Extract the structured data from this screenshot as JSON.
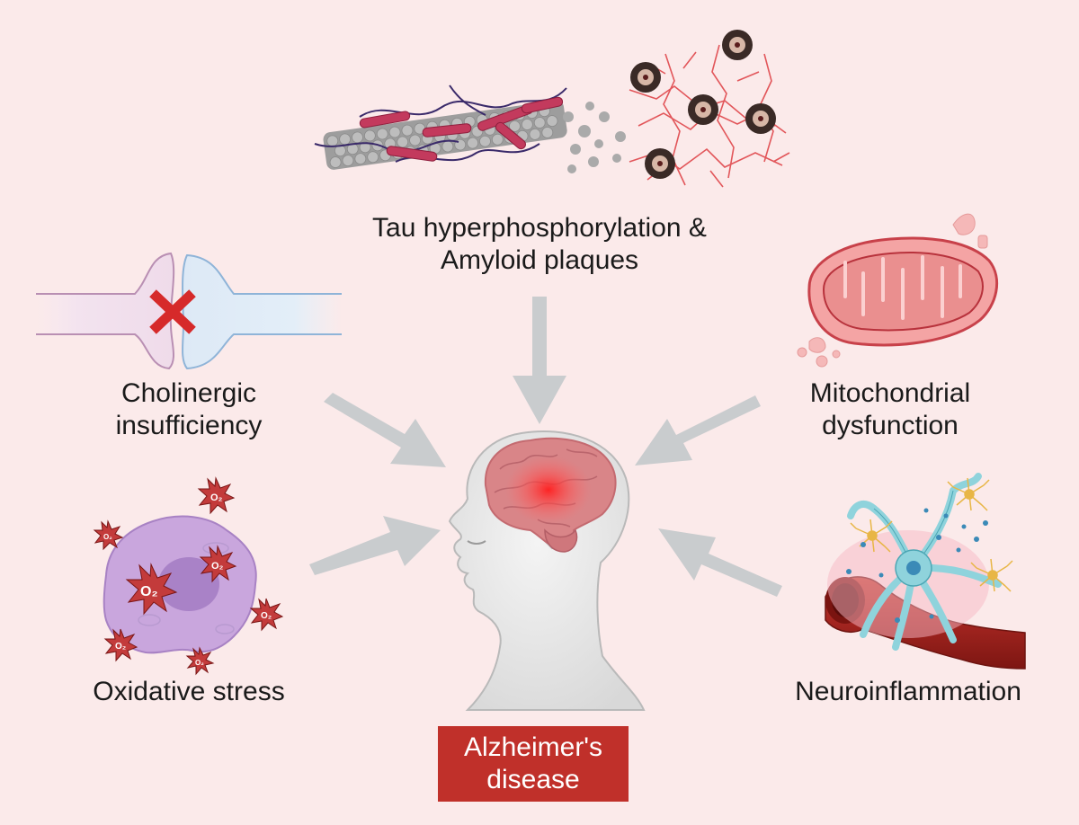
{
  "labels": {
    "tau": [
      "Tau hyperphosphorylation &",
      "Amyloid plaques"
    ],
    "cholinergic": [
      "Cholinergic",
      "insufficiency"
    ],
    "mitochondrial": [
      "Mitochondrial",
      "dysfunction"
    ],
    "oxidative": [
      "Oxidative stress"
    ],
    "neuroinflammation": [
      "Neuroinflammation"
    ]
  },
  "center": {
    "lines": [
      "Alzheimer's",
      "disease"
    ]
  },
  "o2_symbol": "O₂",
  "colors": {
    "background": "#fbeaea",
    "accent_red": "#c0302a",
    "arrow": "#c9ccce",
    "cell_purple": "#c9a6dd",
    "mito_red": "#e06a6a",
    "astrocyte_blue": "#8fd3dc"
  }
}
